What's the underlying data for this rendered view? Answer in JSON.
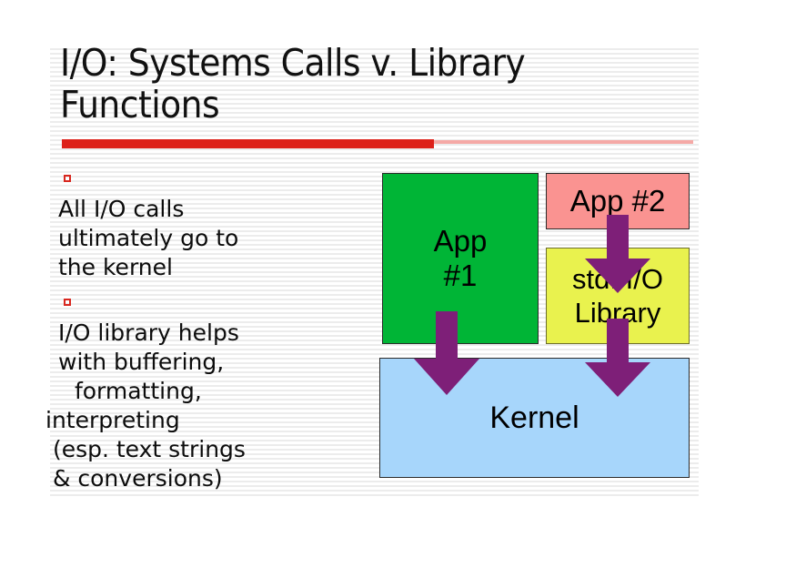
{
  "slide": {
    "title": "I/O: Systems Calls v. Library\nFunctions",
    "accent_red": "#dd2019",
    "accent_red_light": "#f5a9a6",
    "bullet_marker_color": "#d8271f",
    "background": "#ffffff"
  },
  "bullets": [
    {
      "marker": "square-outline-bullet",
      "lines": [
        "All I/O calls",
        "ultimately go to",
        "the kernel"
      ]
    },
    {
      "marker": "square-outline-bullet",
      "lines": [
        "I/O library helps",
        "with buffering,",
        " formatting,",
        "interpreting",
        " (esp. text strings",
        " & conversions)"
      ]
    }
  ],
  "diagram": {
    "type": "block-diagram",
    "boxes": [
      {
        "id": "app1",
        "label": "App\n#1",
        "fill": "#00b536",
        "stroke": "#2b2b2b",
        "text_color": "#000000"
      },
      {
        "id": "app2",
        "label": "App #2",
        "fill": "#fa9391",
        "stroke": "#2b2b2b",
        "text_color": "#000000"
      },
      {
        "id": "stdio",
        "label": "std. I/O\nLibrary",
        "fill": "#e9f24e",
        "stroke": "#6d6d2c",
        "text_color": "#000000"
      },
      {
        "id": "kernel",
        "label": "Kernel",
        "fill": "#a7d6fb",
        "stroke": "#2b2b2b",
        "text_color": "#000000"
      }
    ],
    "arrows": [
      {
        "id": "app1-to-kernel",
        "from": "app1",
        "to": "kernel",
        "direction": "down",
        "color": "#7e1f78"
      },
      {
        "id": "app2-to-stdio",
        "from": "app2",
        "to": "stdio",
        "direction": "down",
        "color": "#7e1f78"
      },
      {
        "id": "stdio-to-kernel",
        "from": "stdio",
        "to": "kernel",
        "direction": "down",
        "color": "#7e1f78"
      }
    ]
  }
}
